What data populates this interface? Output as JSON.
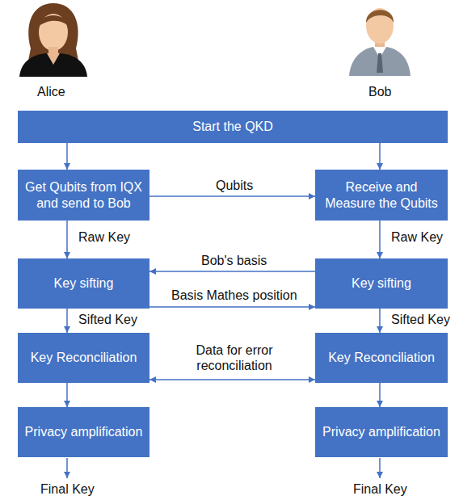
{
  "diagram": {
    "nodes": [
      {
        "text": [
          "Start the QKD"
        ]
      },
      {
        "text": [
          "Get Qubits from IQX and send to Bob"
        ]
      },
      {
        "text": [
          "Receive and Measure the Qubits"
        ]
      },
      {
        "text": [
          "Key sifting"
        ]
      },
      {
        "text": [
          "Key sifting"
        ]
      },
      {
        "text": [
          "Key Reconciliation"
        ]
      },
      {
        "text": [
          "Key Reconciliation"
        ]
      },
      {
        "text": [
          "Privacy amplification"
        ]
      },
      {
        "text": [
          "Privacy amplification"
        ]
      }
    ],
    "edges": [
      {
        "from": 0,
        "to": 1,
        "arrow": "to"
      },
      {
        "from": 0,
        "to": 2,
        "arrow": "to"
      },
      {
        "from": 1,
        "to": 2,
        "label": "Qubits",
        "arrow": "to"
      },
      {
        "from": 1,
        "to": 3,
        "label": "Raw Key",
        "arrow": "to"
      },
      {
        "from": 2,
        "to": 4,
        "label": "Raw Key",
        "arrow": "to"
      },
      {
        "from": 4,
        "to": 3,
        "label": "Bob's basis",
        "arrow": "to"
      },
      {
        "from": 3,
        "to": 4,
        "label": "Basis Mathes position",
        "arrow": "to"
      },
      {
        "from": 3,
        "to": 5,
        "label": "Sifted Key",
        "arrow": "to"
      },
      {
        "from": 4,
        "to": 6,
        "label": "Sifted Key",
        "arrow": "to"
      },
      {
        "from": 5,
        "to": 6,
        "label": "Data for error reconciliation",
        "arrow": "both"
      },
      {
        "from": 5,
        "to": 7,
        "arrow": "to"
      },
      {
        "from": 6,
        "to": 8,
        "arrow": "to"
      }
    ],
    "labels": [
      "Alice",
      "Bob",
      "Final Key",
      "Final Key"
    ]
  }
}
